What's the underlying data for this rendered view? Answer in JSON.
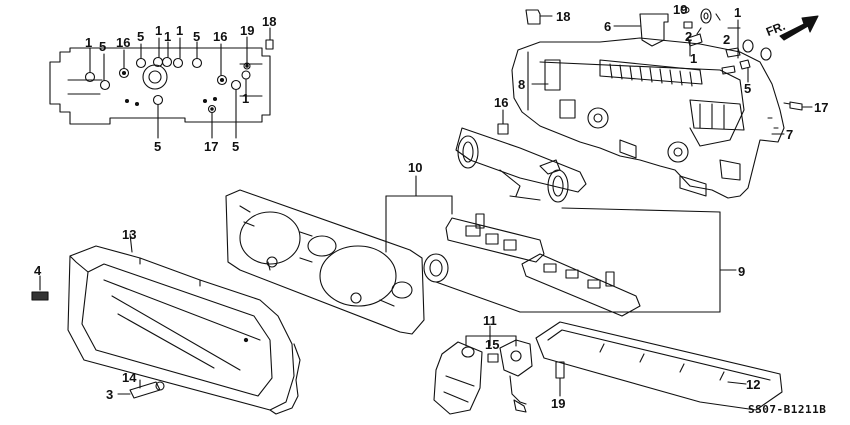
{
  "diagram": {
    "direction_label": "FR.",
    "code": "SS07-B1211B",
    "part_numbers": {
      "p1": "1",
      "p2": "2",
      "p3": "3",
      "p4": "4",
      "p5": "5",
      "p6": "6",
      "p7": "7",
      "p8": "8",
      "p9": "9",
      "p10": "10",
      "p11": "11",
      "p12": "12",
      "p13": "13",
      "p14": "14",
      "p15": "15",
      "p16": "16",
      "p17": "17",
      "p18": "18",
      "p19": "19"
    }
  }
}
